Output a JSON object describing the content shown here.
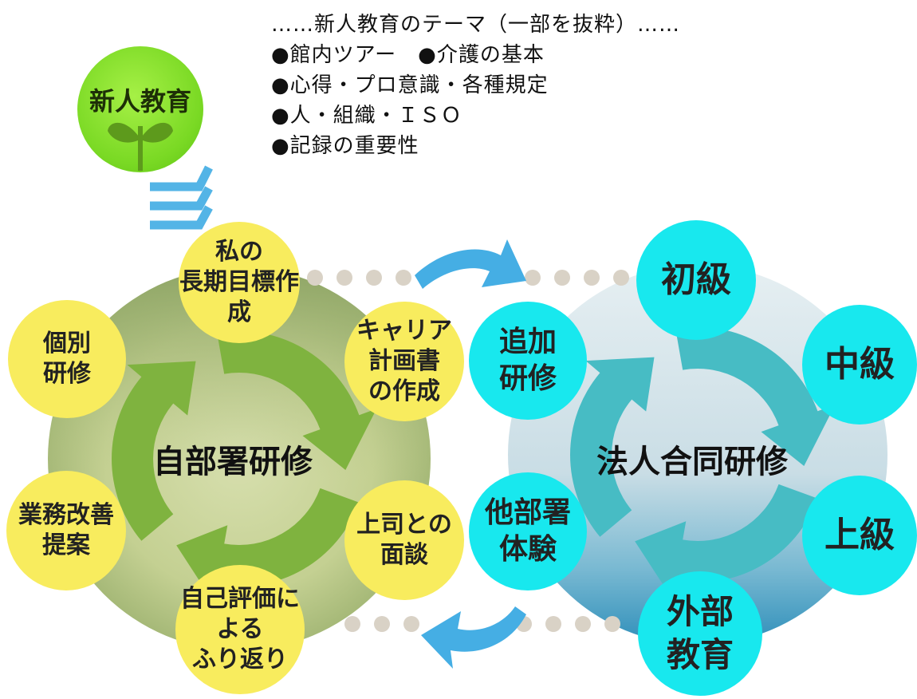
{
  "theme_list": {
    "header": "……新人教育のテーマ（一部を抜粋）……",
    "items": [
      "●館内ツアー　●介護の基本",
      "●心得・プロ意識・各種規定",
      "●人・組織・ＩＳＯ",
      "●記録の重要性"
    ]
  },
  "start_node": {
    "label": "新人教育"
  },
  "left_cycle": {
    "center_label": "自部署研修",
    "nodes": [
      "私の\n長期目標作成",
      "キャリア\n計画書\nの作成",
      "上司との\n面談",
      "自己評価による\nふり返り",
      "業務改善\n提案",
      "個別\n研修"
    ]
  },
  "right_cycle": {
    "center_label": "法人合同研修",
    "nodes": [
      "初級",
      "中級",
      "上級",
      "外部\n教育",
      "他部署\n体験",
      "追加\n研修"
    ]
  },
  "colors": {
    "left_disc": "#a9be74",
    "left_arrows": "#7fb33f",
    "right_disc": "#c5dde6",
    "right_arrows": "#47bcc4",
    "yellow_node": "#f8ec5e",
    "cyan_node": "#18e8ee",
    "transfer_arrow": "#45aee4",
    "dots": "#d9d2c6",
    "chevrons": "#53b4e6",
    "sprout": "#5d9a1c"
  }
}
